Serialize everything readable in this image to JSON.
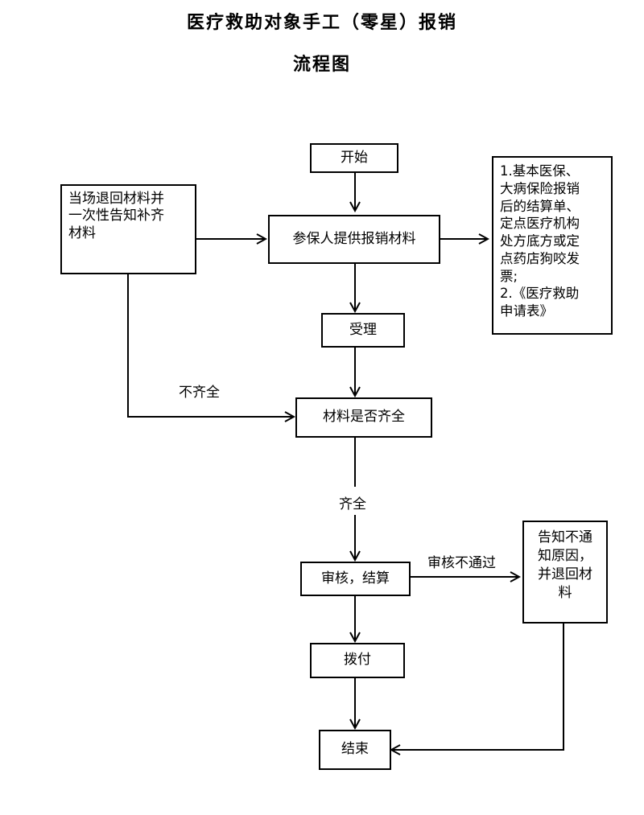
{
  "title": {
    "line1": "医疗救助对象手工（零星）报销",
    "line2": "流程图"
  },
  "nodes": {
    "start": "开始",
    "submit": "参保人提供报销材料",
    "return_materials": "当场退回材料并\n一次性告知补齐\n材料",
    "required_docs": "1.基本医保、\n大病保险报销\n后的结算单、\n定点医疗机构\n处方底方或定\n点药店狗咬发\n票;\n2.《医疗救助\n申请表》",
    "accept": "受理",
    "check_complete": "材料是否齐全",
    "review_settle": "审核，结算",
    "notify_reject": "告知不通\n知原因，\n并退回材\n料",
    "payout": "拨付",
    "end": "结束"
  },
  "edge_labels": {
    "incomplete": "不齐全",
    "complete": "齐全",
    "review_failed": "审核不通过"
  }
}
